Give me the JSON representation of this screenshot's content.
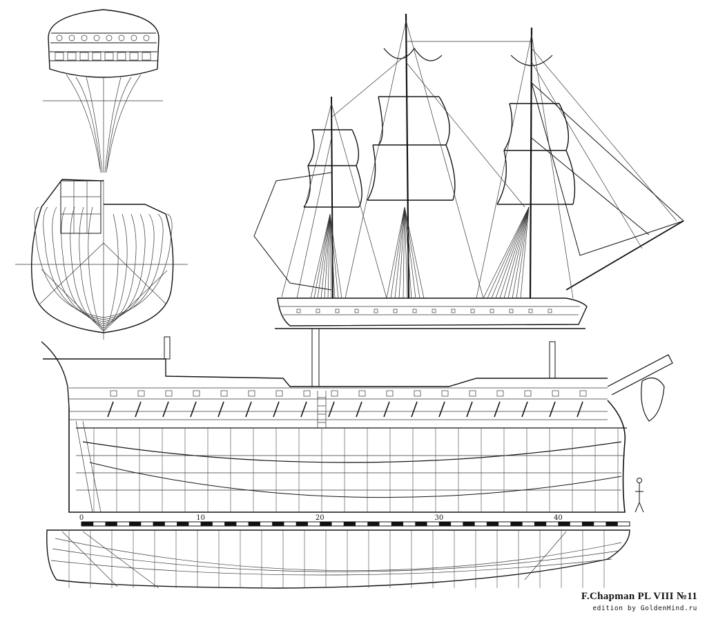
{
  "plate": {
    "title": "F.Chapman PL  VIII   №11",
    "edition": "edition by GoldenHind.ru"
  },
  "scale_bar": {
    "labels": [
      "0",
      "10",
      "20",
      "30",
      "40"
    ],
    "colors": {
      "ink": "#111111",
      "paper": "#ffffff"
    }
  },
  "views": [
    {
      "name": "stern-view-icon"
    },
    {
      "name": "body-plan-icon"
    },
    {
      "name": "sail-plan-icon"
    },
    {
      "name": "sheer-plan-icon"
    },
    {
      "name": "half-breadth-plan-icon"
    }
  ]
}
